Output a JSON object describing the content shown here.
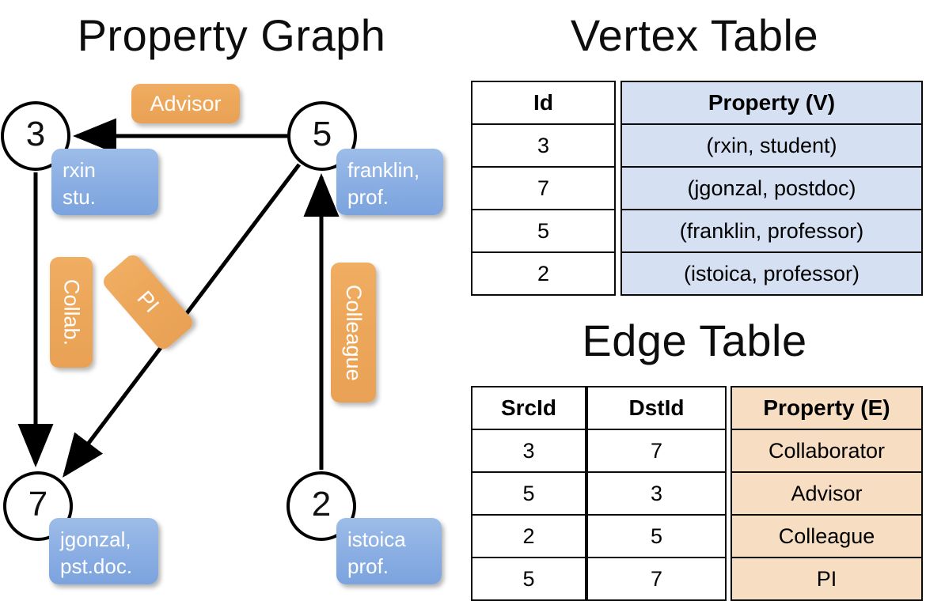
{
  "panels": {
    "graph_title": "Property Graph",
    "vertex_title": "Vertex Table",
    "edge_title": "Edge Table"
  },
  "colors": {
    "vertex_property_fill": "#d5e0f2",
    "edge_property_fill": "#f7ddc2",
    "node_box_fill": "#8db0e4",
    "edge_label_fill": "#eda75b",
    "stroke": "#000000"
  },
  "graph": {
    "nodes": [
      {
        "id": "3",
        "property_lines": [
          "rxin",
          "stu."
        ]
      },
      {
        "id": "5",
        "property_lines": [
          "franklin,",
          "prof."
        ]
      },
      {
        "id": "7",
        "property_lines": [
          "jgonzal,",
          "pst.doc."
        ]
      },
      {
        "id": "2",
        "property_lines": [
          "istoica",
          "prof."
        ]
      }
    ],
    "edge_labels": [
      {
        "name": "advisor",
        "text": "Advisor",
        "orientation": "horizontal"
      },
      {
        "name": "collab",
        "text": "Collab.",
        "orientation": "vertical"
      },
      {
        "name": "pi",
        "text": "PI",
        "orientation": "vertical-rotated"
      },
      {
        "name": "colleague",
        "text": "Colleague",
        "orientation": "vertical"
      }
    ],
    "edges": [
      {
        "src": "5",
        "dst": "3",
        "label": "Advisor"
      },
      {
        "src": "3",
        "dst": "7",
        "label": "Collab."
      },
      {
        "src": "5",
        "dst": "7",
        "label": "PI"
      },
      {
        "src": "2",
        "dst": "5",
        "label": "Colleague"
      }
    ]
  },
  "vertex_table": {
    "headers": [
      "Id",
      "Property (V)"
    ],
    "rows": [
      {
        "id": "3",
        "property": "(rxin, student)"
      },
      {
        "id": "7",
        "property": "(jgonzal, postdoc)"
      },
      {
        "id": "5",
        "property": "(franklin, professor)"
      },
      {
        "id": "2",
        "property": "(istoica, professor)"
      }
    ]
  },
  "edge_table": {
    "headers": [
      "SrcId",
      "DstId",
      "Property (E)"
    ],
    "rows": [
      {
        "src": "3",
        "dst": "7",
        "property": "Collaborator"
      },
      {
        "src": "5",
        "dst": "3",
        "property": "Advisor"
      },
      {
        "src": "2",
        "dst": "5",
        "property": "Colleague"
      },
      {
        "src": "5",
        "dst": "7",
        "property": "PI"
      }
    ]
  }
}
